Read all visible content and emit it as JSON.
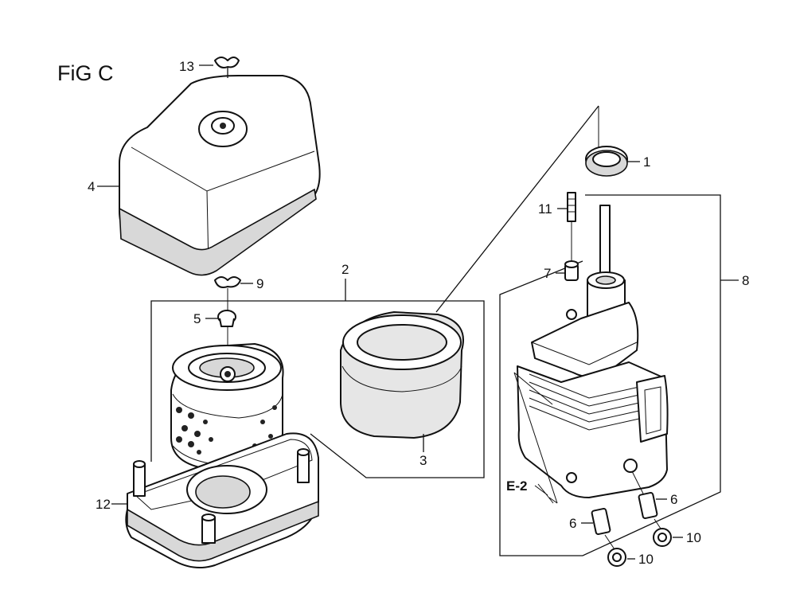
{
  "figure": {
    "title": "FiG C"
  },
  "callouts": {
    "c1": "1",
    "c2": "2",
    "c3": "3",
    "c4": "4",
    "c5": "5",
    "c6a": "6",
    "c6b": "6",
    "c7": "7",
    "c8": "8",
    "c9": "9",
    "c10a": "10",
    "c10b": "10",
    "c11": "11",
    "c12": "12",
    "c13": "13"
  },
  "reference": {
    "label": "E-2"
  },
  "colors": {
    "ink": "#111111",
    "paper": "#ffffff",
    "shade": "#d8d8d8"
  }
}
